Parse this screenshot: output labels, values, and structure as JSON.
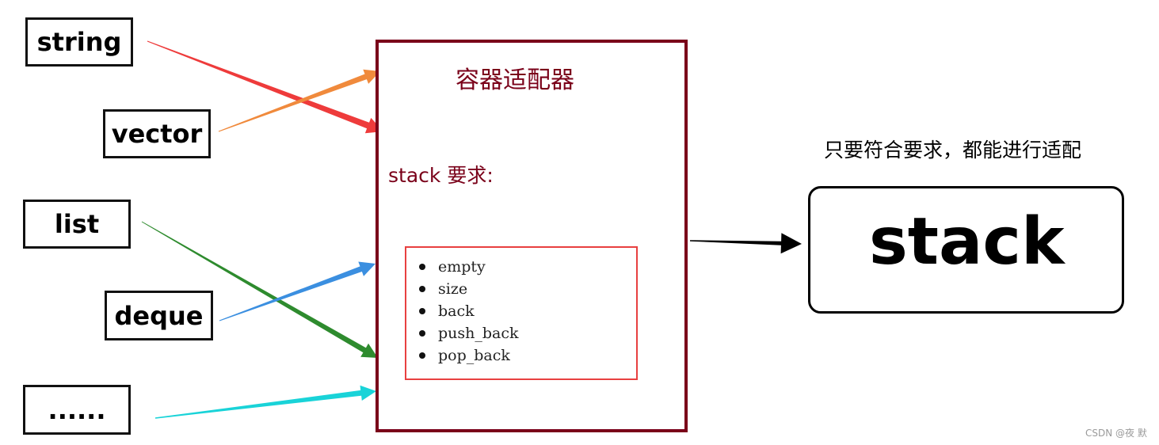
{
  "sources": {
    "string": "string",
    "vector": "vector",
    "list": "list",
    "deque": "deque",
    "more": "......"
  },
  "adapter": {
    "title": "容器适配器",
    "requirement_label": "stack 要求:",
    "requirements": [
      "empty",
      "size",
      "back",
      "push_back",
      "pop_back"
    ]
  },
  "note": "只要符合要求，都能进行适配",
  "result": "stack",
  "watermark": "CSDN @夜 默",
  "colors": {
    "string_arrow": "#ee3b3b",
    "vector_arrow": "#f08a3c",
    "list_arrow": "#2e8b2e",
    "deque_arrow": "#3b8fe0",
    "more_arrow": "#19d3d8",
    "adapter_border": "#7a0019",
    "requirement_border": "#e84040"
  }
}
